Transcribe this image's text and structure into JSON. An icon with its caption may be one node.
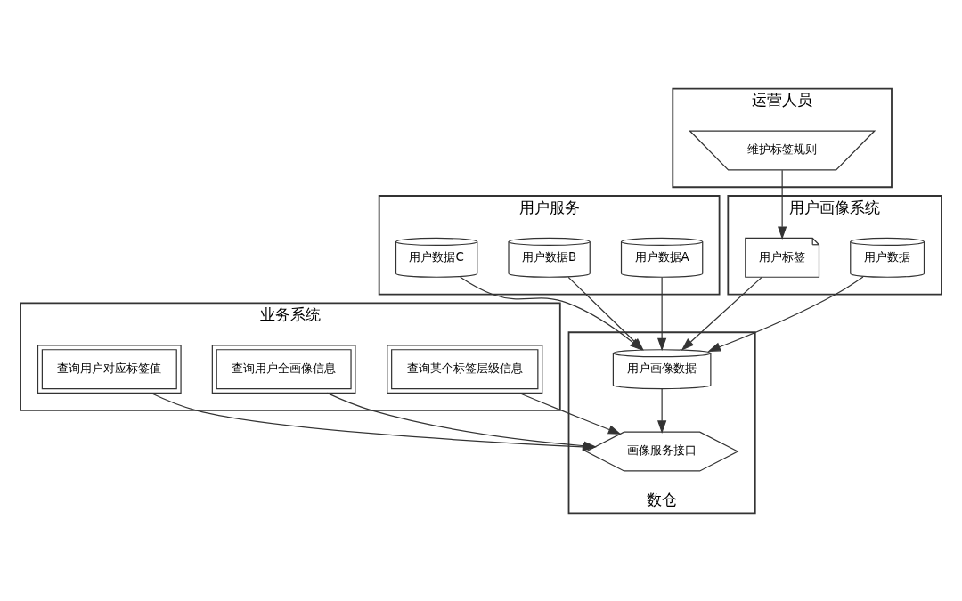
{
  "diagram": {
    "nodes": [
      {
        "text": [
          "业务系统"
        ]
      },
      {
        "text": [
          "查询某个标签层级信息"
        ],
        "in": 0
      },
      {
        "text": [
          "查询用户全画像信息"
        ],
        "in": 0
      },
      {
        "text": [
          "查询用户对应标签值"
        ],
        "in": 0
      },
      {
        "text": [
          "用户服务"
        ]
      },
      {
        "text": [
          "用户数据A"
        ],
        "in": 4
      },
      {
        "text": [
          "用户数据B"
        ],
        "in": 4
      },
      {
        "text": [
          "用户数据C"
        ],
        "in": 4
      },
      {
        "text": [
          "数仓"
        ]
      },
      {
        "text": [
          "用户画像数据"
        ],
        "in": 8
      },
      {
        "text": [
          "画像服务接口"
        ],
        "in": 8
      },
      {
        "text": [
          "用户画像系统"
        ]
      },
      {
        "text": [
          "用户数据"
        ],
        "in": 11
      },
      {
        "text": [
          "用户标签"
        ],
        "in": 11
      },
      {
        "text": [
          "运营人员"
        ]
      },
      {
        "text": [
          "维护标签规则"
        ],
        "in": 14
      }
    ],
    "edges": [
      {
        "from": 5,
        "to": 9,
        "arrow": "to"
      },
      {
        "from": 6,
        "to": 9,
        "arrow": "to"
      },
      {
        "from": 7,
        "to": 9,
        "arrow": "to"
      },
      {
        "from": 12,
        "to": 9,
        "arrow": "to"
      },
      {
        "from": 13,
        "to": 9,
        "arrow": "to"
      },
      {
        "from": 15,
        "to": 13,
        "arrow": "to"
      },
      {
        "from": 9,
        "to": 10,
        "arrow": "to"
      },
      {
        "from": 1,
        "to": 10,
        "arrow": "to"
      },
      {
        "from": 2,
        "to": 10,
        "arrow": "to"
      },
      {
        "from": 3,
        "to": 10,
        "arrow": "to"
      }
    ]
  }
}
